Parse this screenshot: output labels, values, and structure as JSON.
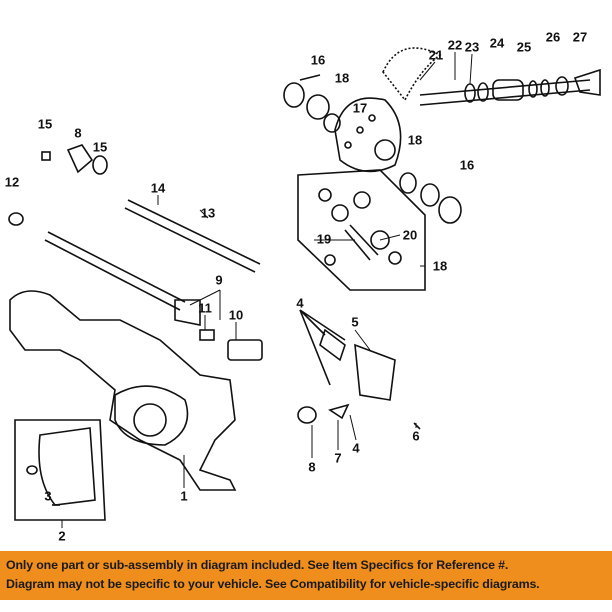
{
  "diagram": {
    "callouts": [
      "16",
      "18",
      "17",
      "21",
      "22",
      "23",
      "24",
      "25",
      "26",
      "27",
      "15",
      "8",
      "15",
      "18",
      "16",
      "12",
      "14",
      "13",
      "19",
      "20",
      "18",
      "9",
      "11",
      "10",
      "4",
      "5",
      "3",
      "2",
      "1",
      "8",
      "7",
      "4",
      "6"
    ],
    "line_color": "#111111"
  },
  "banner": {
    "line1": "Only one part or sub-assembly in diagram included. See Item Specifics for Reference #.",
    "line2": "Diagram may not be specific to your vehicle. See Compatibility for vehicle-specific diagrams.",
    "background": "#EF8E1D"
  }
}
